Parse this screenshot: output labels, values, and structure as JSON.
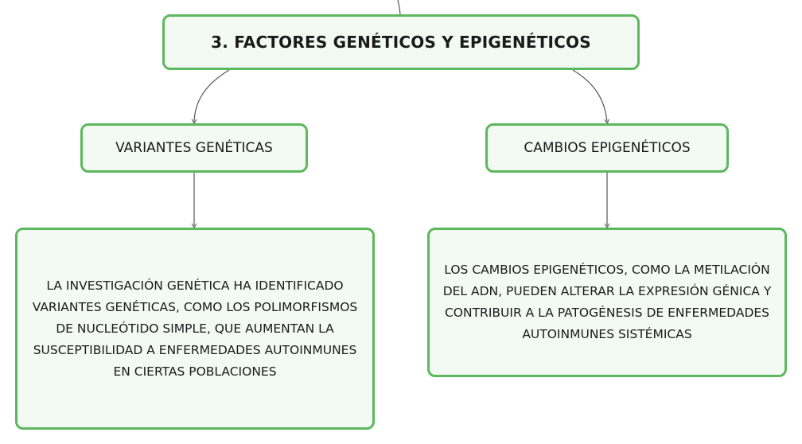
{
  "diagram": {
    "root": {
      "label": "3. FACTORES GENÉTICOS Y EPIGENÉTICOS"
    },
    "branches": [
      {
        "label": "VARIANTES GENÉTICAS",
        "detail": "LA INVESTIGACIÓN GENÉTICA HA IDENTIFICADO VARIANTES GENÉTICAS, COMO LOS POLIMORFISMOS DE NUCLEÓTIDO SIMPLE, QUE AUMENTAN LA SUSCEPTIBILIDAD A ENFERMEDADES AUTOINMUNES EN CIERTAS POBLACIONES"
      },
      {
        "label": "CAMBIOS EPIGENÉTICOS",
        "detail": "LOS CAMBIOS EPIGENÉTICOS, COMO LA METILACIÓN DEL ADN, PUEDEN ALTERAR LA EXPRESIÓN GÉNICA Y CONTRIBUIR A LA PATOGÉNESIS DE ENFERMEDADES AUTOINMUNES SISTÉMICAS"
      }
    ],
    "colors": {
      "node_border": "#5cb85c",
      "node_fill": "#f3faf4",
      "connector": "#555555",
      "text": "#1a1a1a"
    }
  }
}
